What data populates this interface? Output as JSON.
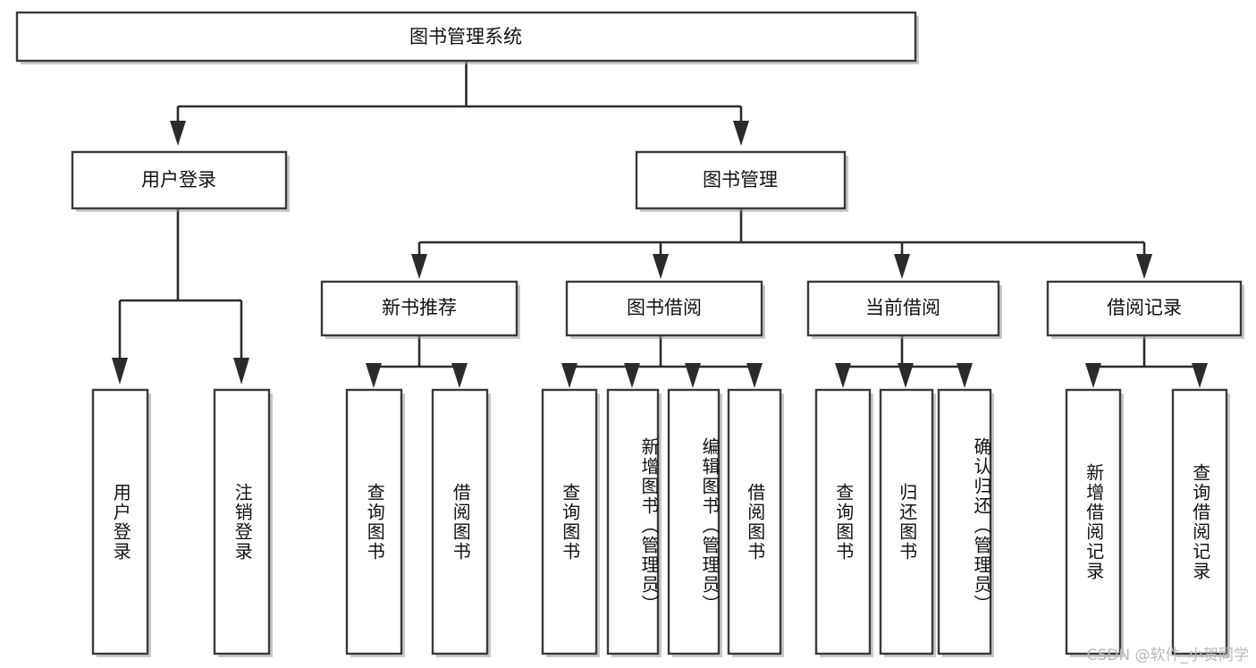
{
  "diagram": {
    "type": "tree",
    "title": "图书管理系统",
    "watermark": "CSDN @软件_小贺同学",
    "colors": {
      "box_stroke": "#3a3a3a",
      "connector": "#2b2b2b",
      "background": "#ffffff",
      "text": "#111111",
      "watermark": "#b9b9b9"
    },
    "levels": {
      "root": "图书管理系统",
      "level2": [
        "用户登录",
        "图书管理"
      ],
      "level3": [
        "新书推荐",
        "图书借阅",
        "当前借阅",
        "借阅记录"
      ]
    },
    "nodes": {
      "root": {
        "label": "图书管理系统"
      },
      "user_login": {
        "label": "用户登录"
      },
      "book_manage": {
        "label": "图书管理"
      },
      "new_book_rec": {
        "label": "新书推荐"
      },
      "book_borrow": {
        "label": "图书借阅"
      },
      "current_borrow": {
        "label": "当前借阅"
      },
      "borrow_record": {
        "label": "借阅记录"
      }
    },
    "leaves": {
      "user_login": [
        "用户登录",
        "注销登录"
      ],
      "new_book_rec": [
        "查询图书",
        "借阅图书"
      ],
      "book_borrow": [
        "查询图书",
        "新增图书（管理员）",
        "编辑图书（管理员）",
        "借阅图书"
      ],
      "current_borrow": [
        "查询图书",
        "归还图书",
        "确认归还（管理员）"
      ],
      "borrow_record": [
        "新增借阅记录",
        "查询借阅记录"
      ]
    }
  }
}
